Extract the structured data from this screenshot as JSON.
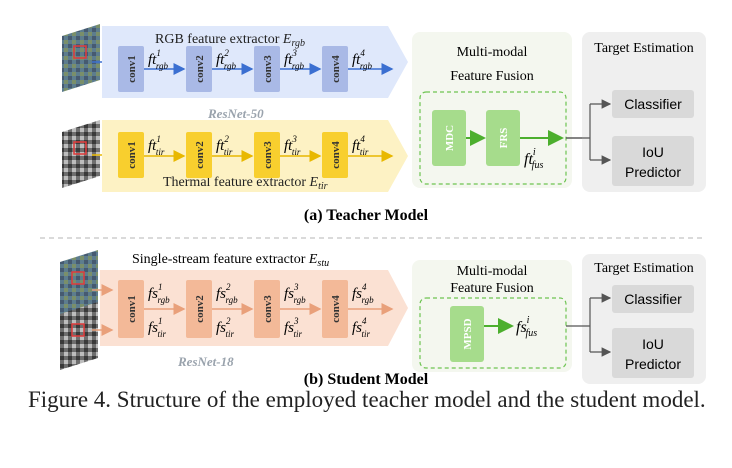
{
  "teacher": {
    "rgb_title": "RGB feature extractor ",
    "rgb_title_sym": "E",
    "rgb_title_sub": "rgb",
    "backbone": "ResNet-50",
    "thermal_title": "Thermal feature extractor ",
    "thermal_title_sym": "E",
    "thermal_title_sub": "tir",
    "conv_labels": [
      "conv1",
      "conv2",
      "conv3",
      "conv4"
    ],
    "rgb_features": [
      {
        "base": "ft",
        "sub": "rgb",
        "sup": "1"
      },
      {
        "base": "ft",
        "sub": "rgb",
        "sup": "2"
      },
      {
        "base": "ft",
        "sub": "rgb",
        "sup": "3"
      },
      {
        "base": "ft",
        "sub": "rgb",
        "sup": "4"
      }
    ],
    "tir_features": [
      {
        "base": "ft",
        "sub": "tir",
        "sup": "1"
      },
      {
        "base": "ft",
        "sub": "tir",
        "sup": "2"
      },
      {
        "base": "ft",
        "sub": "tir",
        "sup": "3"
      },
      {
        "base": "ft",
        "sub": "tir",
        "sup": "4"
      }
    ],
    "fusion_title_1": "Multi-modal",
    "fusion_title_2": "Feature Fusion",
    "fusion_modules": [
      "MDC",
      "FRS"
    ],
    "fusion_output": {
      "base": "ft",
      "sub": "fus",
      "sup": "i"
    },
    "model_caption": "(a) Teacher Model"
  },
  "student": {
    "title": "Single-stream feature extractor ",
    "title_sym": "E",
    "title_sub": "stu",
    "backbone": "ResNet-18",
    "conv_labels": [
      "conv1",
      "conv2",
      "conv3",
      "conv4"
    ],
    "rgb_features": [
      {
        "base": "fs",
        "sub": "rgb",
        "sup": "1"
      },
      {
        "base": "fs",
        "sub": "rgb",
        "sup": "2"
      },
      {
        "base": "fs",
        "sub": "rgb",
        "sup": "3"
      },
      {
        "base": "fs",
        "sub": "rgb",
        "sup": "4"
      }
    ],
    "tir_features": [
      {
        "base": "fs",
        "sub": "tir",
        "sup": "1"
      },
      {
        "base": "fs",
        "sub": "tir",
        "sup": "2"
      },
      {
        "base": "fs",
        "sub": "tir",
        "sup": "3"
      },
      {
        "base": "fs",
        "sub": "tir",
        "sup": "4"
      }
    ],
    "fusion_title_1": "Multi-modal",
    "fusion_title_2": "Feature Fusion",
    "fusion_module": "MPSD",
    "fusion_output": {
      "base": "fs",
      "sub": "fus",
      "sup": "i"
    },
    "model_caption": "(b) Student Model"
  },
  "target": {
    "title": "Target Estimation",
    "classifier": "Classifier",
    "iou_1": "IoU",
    "iou_2": "Predictor"
  },
  "figure_caption": "Figure 4. Structure of the employed teacher model and the student model.",
  "colors": {
    "rgb_arrow": "#dfe8fb",
    "rgb_conv": "#a9b9e6",
    "tir_arrow": "#fdf2c4",
    "tir_conv": "#f8cf2e",
    "stu_arrow": "#fbe1d3",
    "stu_conv": "#f3b998",
    "fusion_bg": "#f4f7ef",
    "fusion_module": "#a6dc8c",
    "fusion_dash": "#6dc451",
    "target_bg": "#efefef",
    "target_box": "#d9d9d9"
  }
}
